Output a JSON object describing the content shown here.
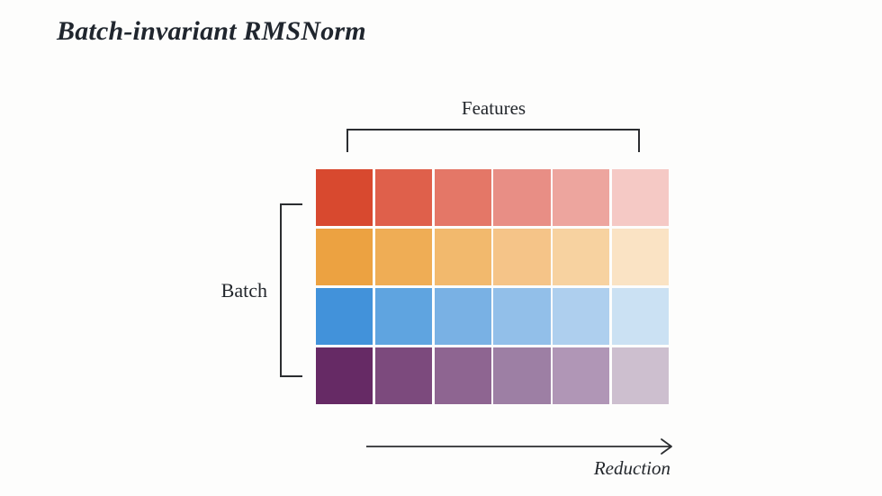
{
  "title": "Batch-invariant RMSNorm",
  "labels": {
    "features": "Features",
    "batch": "Batch",
    "reduction": "Reduction"
  },
  "colors": {
    "background": "#fdfdfc",
    "line": "#2b2d30",
    "text": "#23272c"
  },
  "grid": {
    "rows": 4,
    "cols": 6,
    "row_names": [
      "red-row",
      "orange-row",
      "blue-row",
      "purple-row"
    ],
    "cell_colors": [
      [
        "#d8492f",
        "#df604b",
        "#e47767",
        "#e88e85",
        "#eda59e",
        "#f5c9c5"
      ],
      [
        "#eca241",
        "#efad55",
        "#f2b96d",
        "#f5c488",
        "#f7d2a0",
        "#fae3c4"
      ],
      [
        "#4292da",
        "#5fa4e0",
        "#79b1e4",
        "#92bfe9",
        "#aecfee",
        "#cbe1f3"
      ],
      [
        "#662a65",
        "#7c4a7d",
        "#8e6591",
        "#9d7fa4",
        "#b096b6",
        "#cdbfcf"
      ]
    ]
  }
}
